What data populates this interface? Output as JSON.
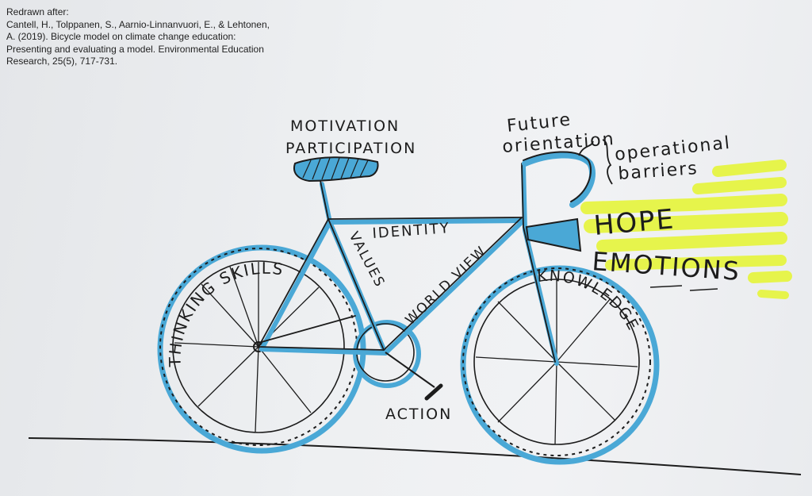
{
  "credit": {
    "lines": [
      "Redrawn after:",
      "Cantell, H., Tolppanen, S., Aarnio-Linnanvuori, E., & Lehtonen,",
      "A. (2019). Bicycle model on climate change education:",
      "Presenting and evaluating a model. Environmental Education",
      "Research, 25(5), 717-731."
    ]
  },
  "labels": {
    "motivation": "MOTIVATION",
    "participation": "PARTICIPATION",
    "future": "Future",
    "orientation": "orientation",
    "operational": "operational",
    "barriers": "barriers",
    "identity": "IDENTITY",
    "values": "VALUES",
    "world_view": "WORLD VIEW",
    "thinking_skills": "THINKING SKILLS",
    "knowledge": "KNOWLEDGE",
    "action": "ACTION",
    "hope": "HOPE",
    "emotions": "EMOTIONS"
  },
  "colors": {
    "ink": "#1c1c1c",
    "blue": "#4aa8d6",
    "highlighter": "#e6f53a"
  }
}
